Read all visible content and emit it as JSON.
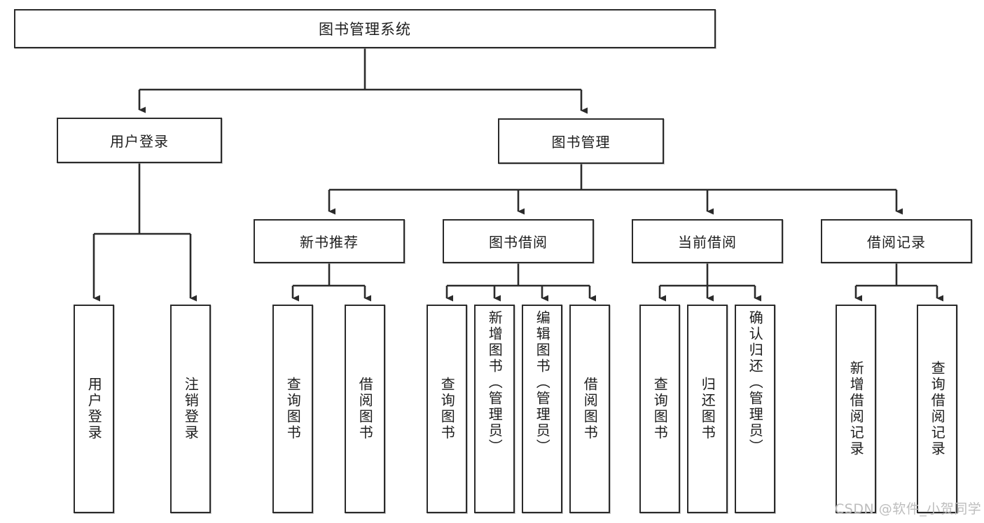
{
  "diagram": {
    "type": "tree-hierarchy-chart",
    "title": "图书管理系统",
    "root": {
      "label": "图书管理系统"
    },
    "level2": [
      {
        "label": "用户登录"
      },
      {
        "label": "图书管理"
      }
    ],
    "level3": [
      {
        "label": "新书推荐"
      },
      {
        "label": "图书借阅"
      },
      {
        "label": "当前借阅"
      },
      {
        "label": "借阅记录"
      }
    ],
    "leaves": {
      "user_login": [
        {
          "label": "用户登录"
        },
        {
          "label": "注销登录"
        }
      ],
      "new_book_recommend": [
        {
          "label": "查询图书"
        },
        {
          "label": "借阅图书"
        }
      ],
      "book_borrow": [
        {
          "label": "查询图书"
        },
        {
          "label": "新增图书（管理员）"
        },
        {
          "label": "编辑图书（管理员）"
        },
        {
          "label": "借阅图书"
        }
      ],
      "current_borrow": [
        {
          "label": "查询图书"
        },
        {
          "label": "归还图书"
        },
        {
          "label": "确认归还（管理员）"
        }
      ],
      "borrow_record": [
        {
          "label": "新增借阅记录"
        },
        {
          "label": "查询借阅记录"
        }
      ]
    },
    "watermark": "CSDN @软件_小贺同学",
    "colors": {
      "stroke": "#2b2b2b",
      "fill": "#ffffff",
      "text": "#1d1d1d",
      "watermark": "#bdbdbd"
    }
  }
}
